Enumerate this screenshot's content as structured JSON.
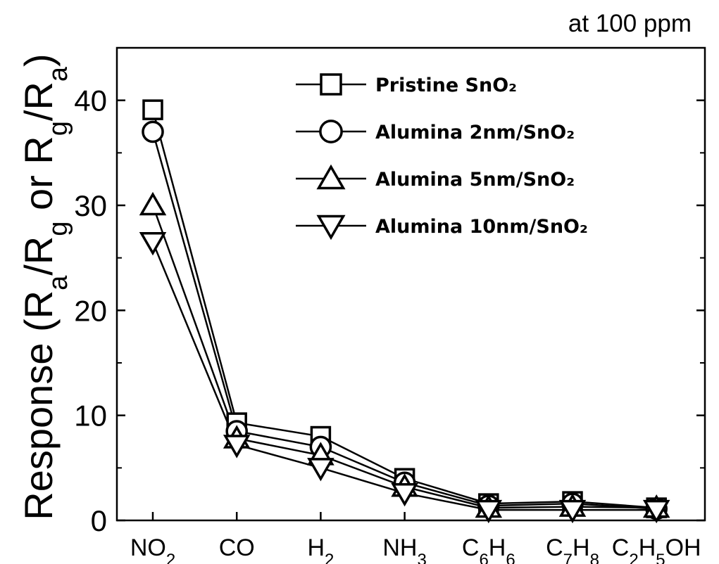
{
  "chart_data": {
    "type": "line",
    "annotation": "at 100 ppm",
    "ylabel_parts": {
      "prefix": "Response (R",
      "sub1": "a",
      "mid1": "/R",
      "sub2": "g",
      "mid2": " or R",
      "sub3": "g",
      "mid3": "/R",
      "sub4": "a",
      "suffix": ")"
    },
    "categories": [
      {
        "base": "NO",
        "sub": "2",
        "rest": ""
      },
      {
        "base": "CO",
        "sub": "",
        "rest": ""
      },
      {
        "base": "H",
        "sub": "2",
        "rest": ""
      },
      {
        "base": "NH",
        "sub": "3",
        "rest": ""
      },
      {
        "base": "C",
        "sub": "6",
        "rest": "H",
        "sub2": "6"
      },
      {
        "base": "C",
        "sub": "7",
        "rest": "H",
        "sub2": "8"
      },
      {
        "base": "C",
        "sub": "2",
        "rest": "H",
        "sub2": "5",
        "rest2": "OH"
      }
    ],
    "ylim": [
      0,
      45
    ],
    "yticks": [
      0,
      10,
      20,
      30,
      40
    ],
    "grid": false,
    "legend_position": "top-right",
    "series": [
      {
        "name": "Pristine SnO₂",
        "marker": "square",
        "values": [
          39.1,
          9.3,
          8.0,
          4.0,
          1.6,
          1.8,
          1.2
        ]
      },
      {
        "name": "Alumina 2nm/SnO₂",
        "marker": "circle",
        "values": [
          37.0,
          8.5,
          7.0,
          3.6,
          1.4,
          1.6,
          1.1
        ]
      },
      {
        "name": "Alumina 5nm/SnO₂",
        "marker": "triangle-up",
        "values": [
          30.0,
          7.8,
          6.2,
          3.2,
          1.2,
          1.3,
          1.2
        ]
      },
      {
        "name": "Alumina 10nm/SnO₂",
        "marker": "triangle-down",
        "values": [
          26.5,
          7.2,
          5.0,
          2.6,
          1.0,
          1.0,
          1.0
        ]
      }
    ]
  }
}
